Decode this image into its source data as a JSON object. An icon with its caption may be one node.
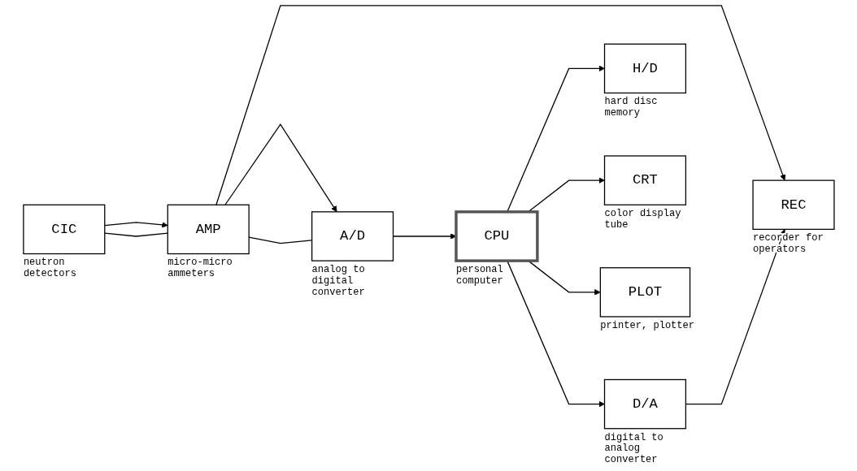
{
  "diagram": {
    "nodes": [
      {
        "text": [
          "CIC"
        ],
        "beside": [
          "neutron detectors"
        ]
      },
      {
        "text": [
          "AMP"
        ],
        "beside": [
          "micro-micro ammeters"
        ]
      },
      {
        "text": [
          "A/D"
        ],
        "beside": [
          "analog to digital converter"
        ]
      },
      {
        "text": [
          "CPU"
        ],
        "beside": [
          "personal computer"
        ]
      },
      {
        "text": [
          "D/A"
        ],
        "beside": [
          "digital to analog converter"
        ]
      },
      {
        "text": [
          "REC"
        ],
        "beside": [
          "recorder for operators"
        ]
      },
      {
        "text": [
          "H/D"
        ],
        "beside": [
          "hard disc memory"
        ]
      },
      {
        "text": [
          "CRT"
        ],
        "beside": [
          "color display tube"
        ]
      },
      {
        "text": [
          "PLOT"
        ],
        "beside": [
          "printer, plotter"
        ]
      }
    ],
    "edges": [
      {
        "from": 0,
        "to": 1,
        "arrow": "to"
      },
      {
        "from": 0,
        "to": 1,
        "arrow": "none"
      },
      {
        "from": 1,
        "to": 2,
        "arrow": "to"
      },
      {
        "from": 1,
        "to": 2,
        "arrow": "none"
      },
      {
        "from": 1,
        "to": 5,
        "arrow": "to"
      },
      {
        "from": 2,
        "to": 3,
        "arrow": "to"
      },
      {
        "from": 3,
        "to": 4,
        "arrow": "to"
      },
      {
        "from": 4,
        "to": 5,
        "arrow": "to"
      },
      {
        "from": 3,
        "to": 6,
        "arrow": "to"
      },
      {
        "from": 3,
        "to": 7,
        "arrow": "to"
      },
      {
        "from": 3,
        "to": 8,
        "arrow": "to"
      }
    ]
  }
}
